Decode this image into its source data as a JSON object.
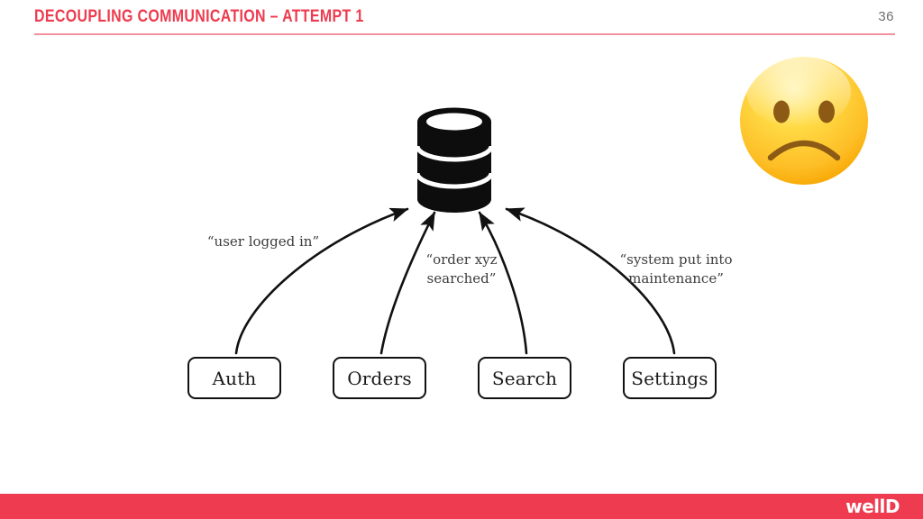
{
  "header": {
    "title": "Decoupling Communication – Attempt 1",
    "page_number": "36",
    "accent_color": "#EE3B4F",
    "rule_color": "#F3909D"
  },
  "footer": {
    "logo_text": "wellD",
    "band_color": "#EE3B4F"
  },
  "diagram": {
    "central_node": {
      "name": "database-cylinder",
      "icon": "database-icon",
      "label": ""
    },
    "services": [
      {
        "id": "auth",
        "label": "Auth"
      },
      {
        "id": "orders",
        "label": "Orders"
      },
      {
        "id": "search",
        "label": "Search"
      },
      {
        "id": "settings",
        "label": "Settings"
      }
    ],
    "messages": [
      {
        "id": "msg-auth",
        "text": "“user logged in”"
      },
      {
        "id": "msg-orders",
        "text": "“order xyz\nsearched”"
      },
      {
        "id": "msg-settings",
        "text": "“system put into\nmaintenance”"
      }
    ],
    "arrow_count": 4,
    "arrow_direction": "services-to-database"
  },
  "emoji": {
    "name": "frowning-face-emoji",
    "character": "☹",
    "meaning": "frowning face"
  }
}
